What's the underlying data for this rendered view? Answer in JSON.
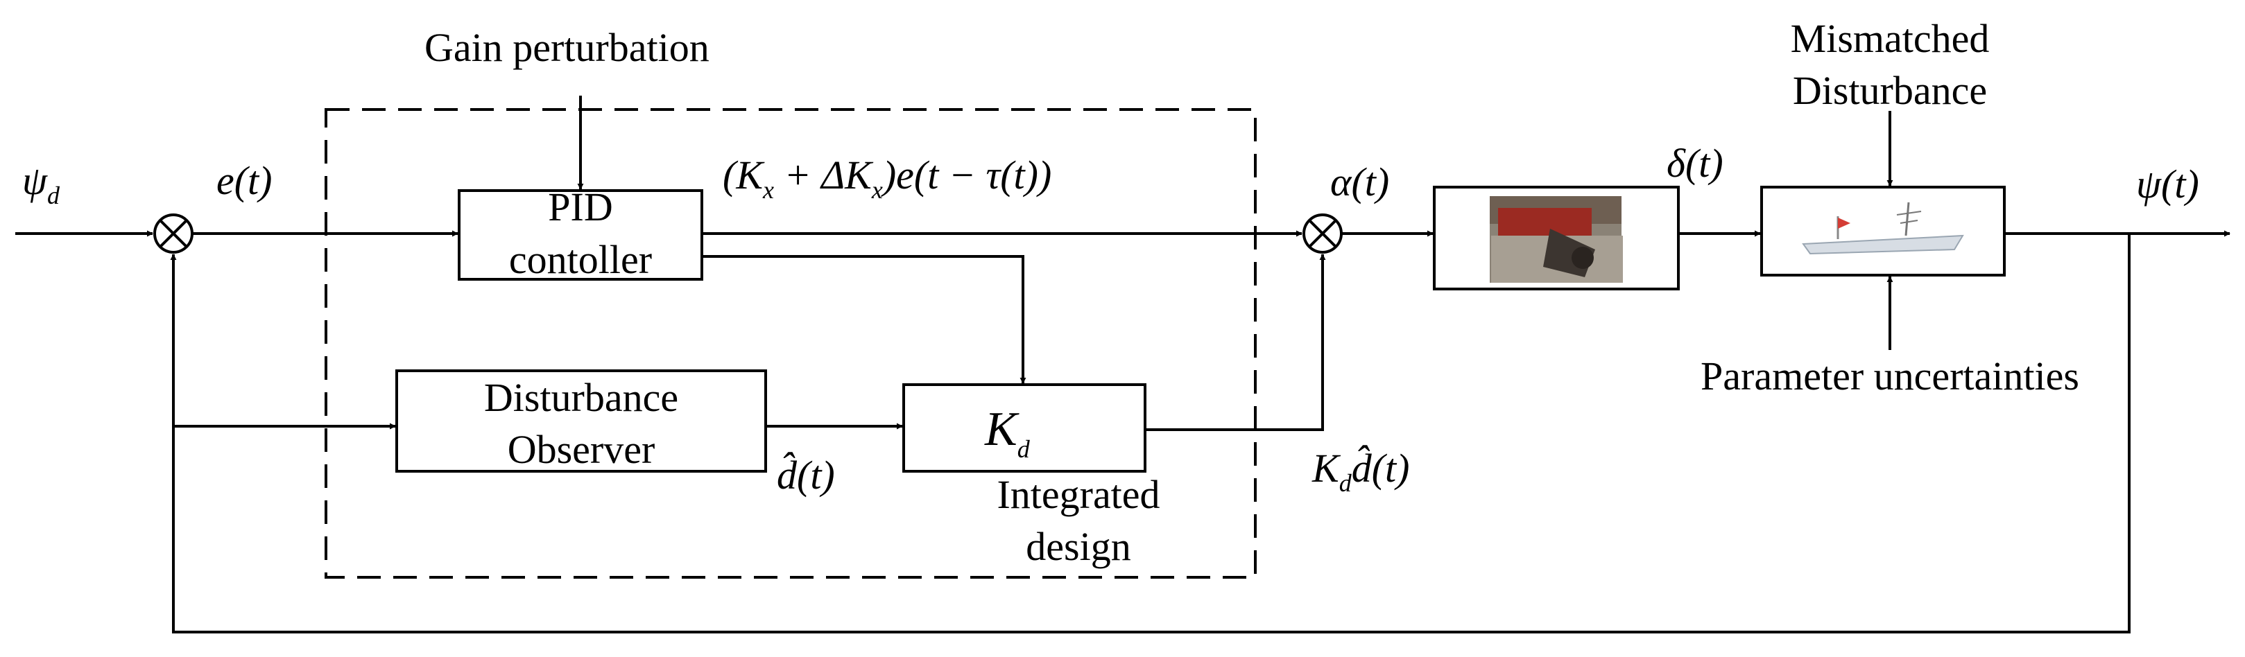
{
  "inputs": {
    "reference": "ψ",
    "reference_sub": "d",
    "error": "e(t)"
  },
  "blocks": {
    "pid_line1": "PID",
    "pid_line2": "contoller",
    "observer_line1": "Disturbance",
    "observer_line2": "Observer",
    "kd": "K",
    "kd_sub": "d"
  },
  "labels": {
    "gain_perturbation": "Gain perturbation",
    "pid_output_a": "(K",
    "pid_output_x1": "x",
    "pid_output_b": " + ΔK",
    "pid_output_x2": "x",
    "pid_output_c": ")e(t − τ(t))",
    "dhat": "d̂(t)",
    "kd_dhat": "K",
    "kd_dhat_sub": "d",
    "kd_dhat_tail": "d̂(t)",
    "integrated_line1": "Integrated",
    "integrated_line2": "design",
    "alpha": "α(t)",
    "delta": "δ(t)",
    "psi_out": "ψ(t)",
    "mismatched_line1": "Mismatched",
    "mismatched_line2": "Disturbance",
    "parameter_uncertainties": "Parameter uncertainties"
  }
}
